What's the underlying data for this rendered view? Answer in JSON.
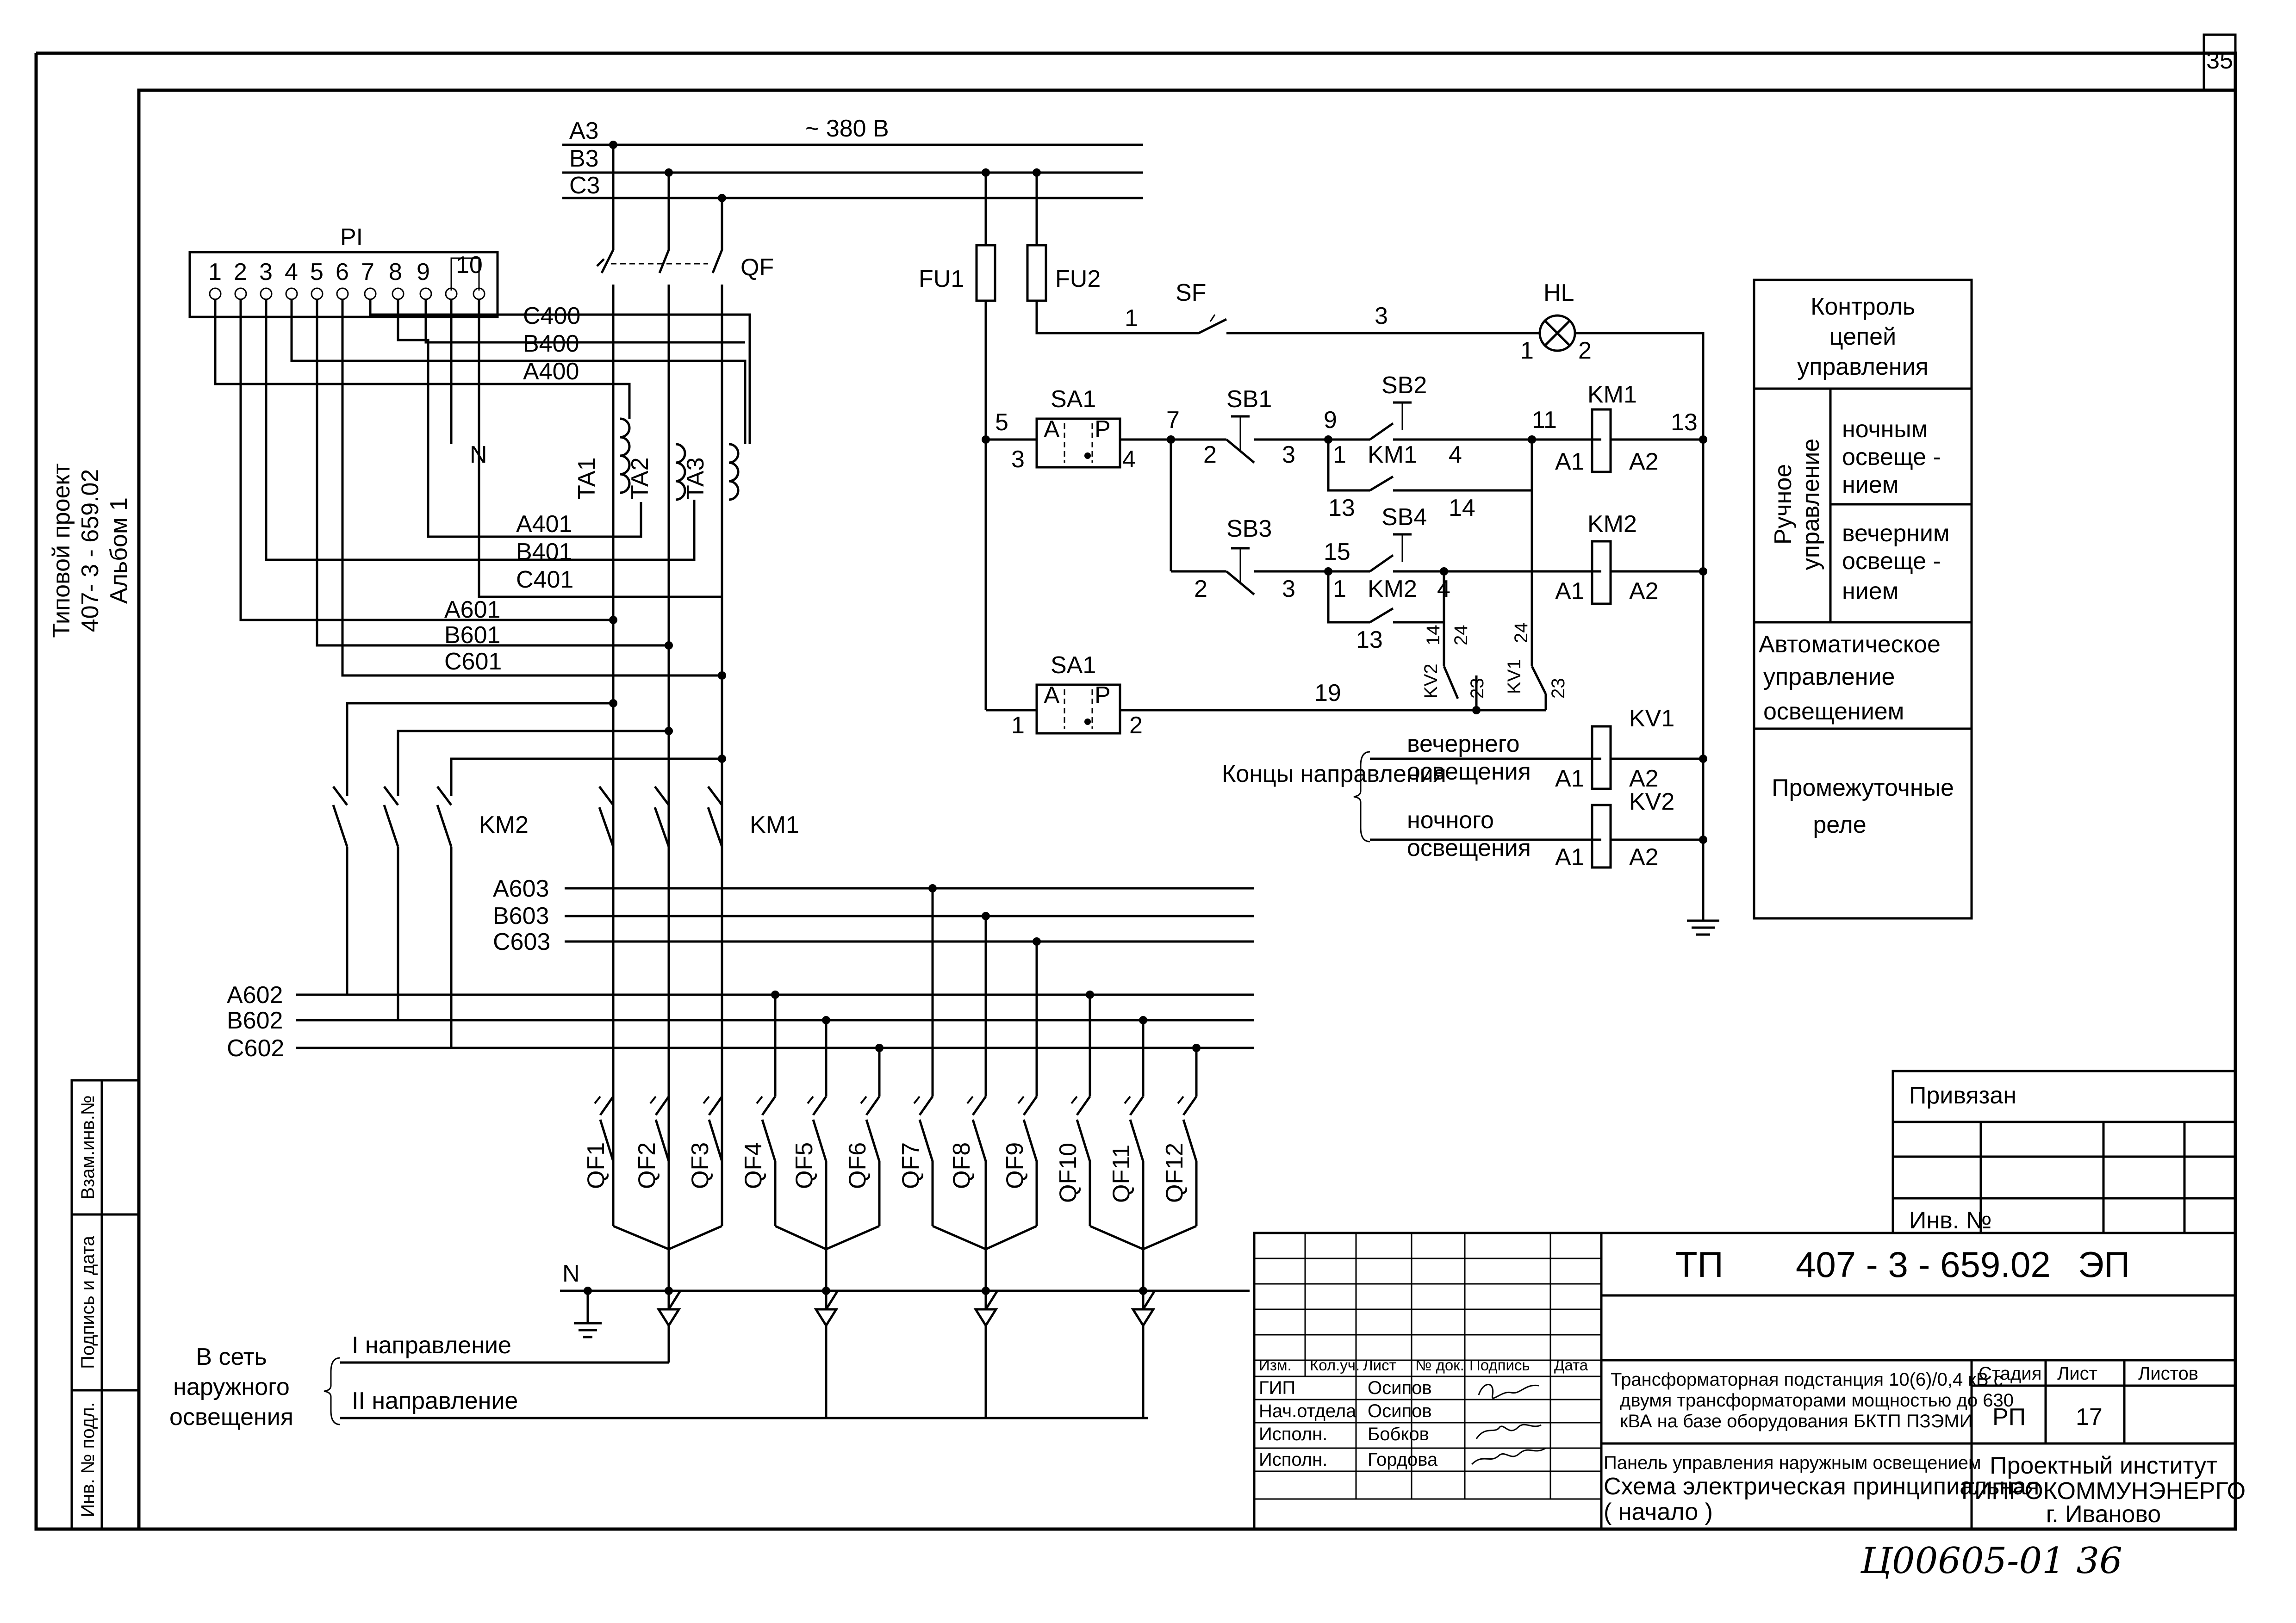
{
  "sheet": {
    "page_number": "35",
    "side_title": [
      "Типовой проект",
      "407- 3 - 659.02",
      "Альбом 1"
    ],
    "side_fields": [
      "Взам.инв.№",
      "Подпись и дата",
      "Инв. № подл."
    ],
    "handwritten_number": "Ц00605-01   36"
  },
  "supply": {
    "voltage": "~ 380 В",
    "phases": [
      "A3",
      "B3",
      "C3"
    ],
    "breaker": "QF"
  },
  "meter": {
    "label": "PI",
    "terminals": [
      "1",
      "2",
      "3",
      "4",
      "5",
      "6",
      "7",
      "8",
      "9",
      "10"
    ],
    "neutral": "N"
  },
  "wires": {
    "w400": [
      "C400",
      "B400",
      "A400"
    ],
    "w401": [
      "A401",
      "B401",
      "C401"
    ],
    "w601": [
      "A601",
      "B601",
      "C601"
    ],
    "w603": [
      "A603",
      "B603",
      "C603"
    ],
    "w602": [
      "A602",
      "B602",
      "C602"
    ]
  },
  "transformers": [
    "TA1",
    "TA2",
    "TA3"
  ],
  "contactors": [
    "KM2",
    "KM1"
  ],
  "feeders": [
    "QF1",
    "QF2",
    "QF3",
    "QF4",
    "QF5",
    "QF6",
    "QF7",
    "QF8",
    "QF9",
    "QF10",
    "QF11",
    "QF12"
  ],
  "outputs": {
    "neutral": "N",
    "network_label": [
      "В  сеть",
      "наружного",
      "освещения"
    ],
    "dir1": "I направление",
    "dir2": "II направление"
  },
  "control": {
    "fuses": [
      "FU1",
      "FU2"
    ],
    "sf": "SF",
    "hl": "HL",
    "sa1": "SA1",
    "sb": [
      "SB1",
      "SB2",
      "SB3",
      "SB4"
    ],
    "coils": [
      "KM1",
      "KM2",
      "KV1",
      "KV2"
    ],
    "contacts": [
      "KM1",
      "KM2",
      "KV2",
      "KV1"
    ],
    "coil_terms": [
      "A1",
      "A2"
    ],
    "switch_pos": [
      "A",
      "P"
    ],
    "nodes": [
      "1",
      "3",
      "5",
      "7",
      "9",
      "11",
      "13",
      "14",
      "15",
      "19",
      "2",
      "4",
      "23",
      "24"
    ],
    "direction_ends": "Концы направления",
    "evening": [
      "вечернего",
      "освещения"
    ],
    "night": [
      "ночного",
      "освещения"
    ]
  },
  "legend": {
    "control_circuits": [
      "Контроль",
      "цепей",
      "управления"
    ],
    "manual": [
      "Ручное",
      "управление"
    ],
    "night": [
      "ночным",
      "освеще -",
      "нием"
    ],
    "evening": [
      "вечерним",
      "освеще -",
      "нием"
    ],
    "automatic": [
      "Автоматическое",
      "управление",
      "освещением"
    ],
    "relays": [
      "Промежуточные",
      "реле"
    ]
  },
  "title_block": {
    "tied": "Привязан",
    "inv_no": "Инв. №",
    "code_prefix": "ТП",
    "code": "407 - 3 - 659.02",
    "code_suffix": "ЭП",
    "headers": [
      "Изм.",
      "Кол.уч.",
      "Лист",
      "№ док.",
      "Подпись",
      "Дата"
    ],
    "roles": [
      "ГИП",
      "Нач.отдела",
      "Исполн.",
      "Исполн."
    ],
    "names": [
      "Осипов",
      "Осипов",
      "Бобков",
      "Гордова"
    ],
    "description": [
      "Трансформаторная подстанция 10(6)/0,4 кВ с",
      "двумя трансформаторами мощностью до 630",
      "кВА на базе оборудования БКТП ПЗЭМИ"
    ],
    "stage_label": "Стадия",
    "sheet_label": "Лист",
    "sheets_label": "Листов",
    "stage": "РП",
    "sheet": "17",
    "sheets": "",
    "drawing_title": [
      "Панель  управления наружным освещением",
      "Схема  электрическая принципиальная",
      "( начало )"
    ],
    "organization": [
      "Проектный институт",
      "ГИПРОКОММУНЭНЕРГО",
      "г. Иваново"
    ]
  }
}
